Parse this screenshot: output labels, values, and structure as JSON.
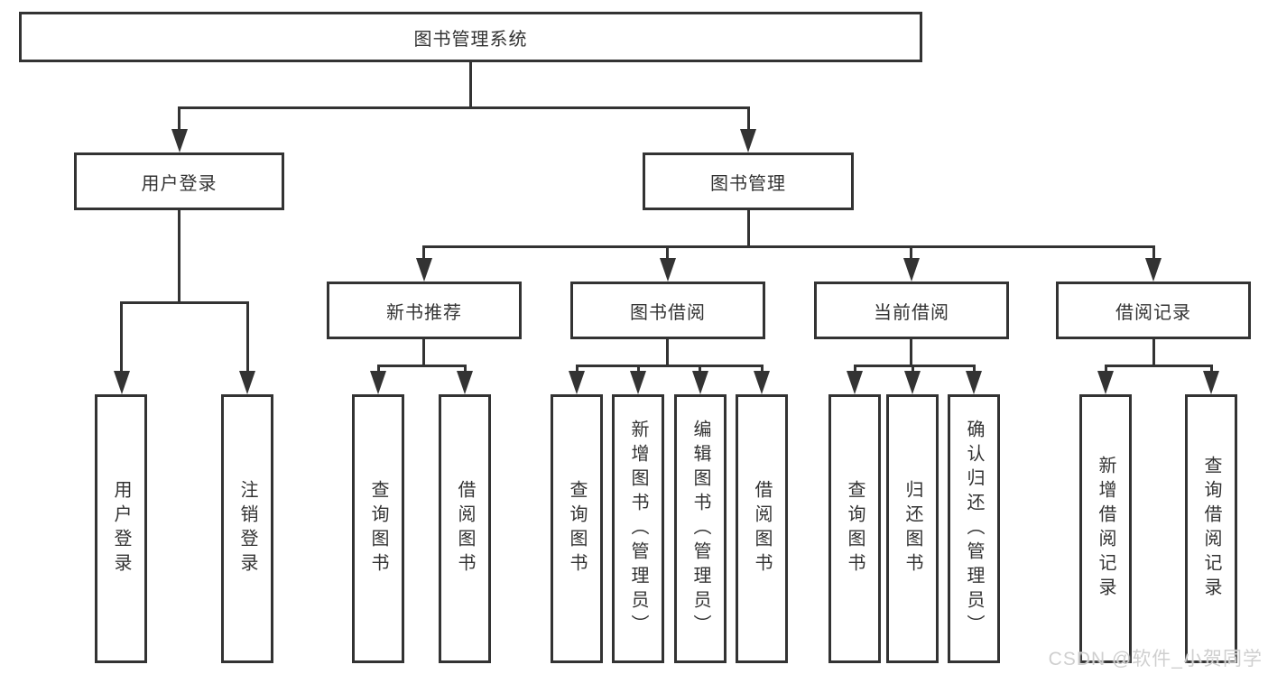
{
  "nodes": {
    "root": "图书管理系统",
    "level2": [
      "用户登录",
      "图书管理"
    ],
    "level3": [
      "新书推荐",
      "图书借阅",
      "当前借阅",
      "借阅记录"
    ],
    "leaves": {
      "user_login": [
        "用户登录",
        "注销登录"
      ],
      "new_book_recommend": [
        "查询图书",
        "借阅图书"
      ],
      "book_borrow": [
        "查询图书",
        "新增图书（管理员）",
        "编辑图书（管理员）",
        "借阅图书"
      ],
      "current_borrow": [
        "查询图书",
        "归还图书",
        "确认归还（管理员）"
      ],
      "borrow_records": [
        "新增借阅记录",
        "查询借阅记录"
      ]
    }
  },
  "watermark": "CSDN @软件_小贺同学",
  "colors": {
    "line": "#333333",
    "text": "#333333",
    "box_background": "#ffffff",
    "page_background": "#ffffff",
    "watermark": "#cfcfcf"
  }
}
